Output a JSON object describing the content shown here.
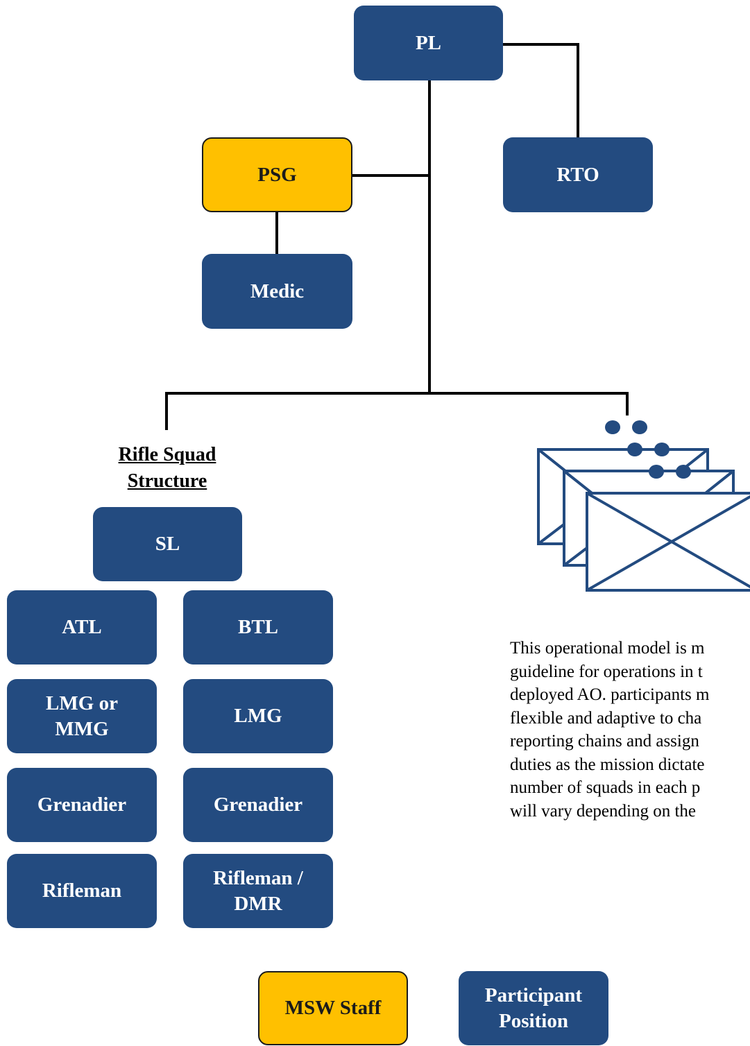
{
  "colors": {
    "participant": "#234b80",
    "staff": "#ffc000",
    "connector": "#000000"
  },
  "org": {
    "pl": "PL",
    "psg": "PSG",
    "rto": "RTO",
    "medic": "Medic"
  },
  "squad": {
    "heading_line1": "Rifle Squad",
    "heading_line2": "Structure",
    "sl": "SL",
    "col_a": [
      "ATL",
      "LMG or MMG",
      "Grenadier",
      "Rifleman"
    ],
    "col_b": [
      "BTL",
      "LMG",
      "Grenadier",
      "Rifleman / DMR"
    ]
  },
  "icon": "stacked-envelopes-icon",
  "note": [
    "This operational model is m",
    "guideline for operations in t",
    "deployed AO. participants m",
    "flexible and adaptive to cha",
    "reporting chains and assign",
    "duties as the mission dictate",
    "number of  squads in each p",
    "will vary depending on the"
  ],
  "legend": {
    "staff": "MSW Staff",
    "participant": "Participant Position"
  }
}
